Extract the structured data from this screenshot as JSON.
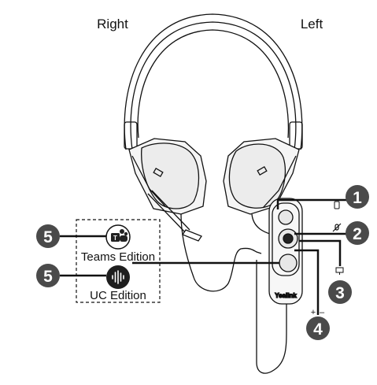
{
  "labels": {
    "right": "Right",
    "left": "Left",
    "teams_edition": "Teams Edition",
    "uc_edition": "UC Edition",
    "brand": "Yealink"
  },
  "callouts": [
    "1",
    "2",
    "3",
    "4",
    "5",
    "5"
  ],
  "control_symbols": {
    "volume_up": "+",
    "volume_down": "–"
  },
  "icons": {
    "teams_badge": "teams-logo-icon",
    "uc_badge": "soundwave-icon",
    "phone_indicator": "phone-icon",
    "mute_indicator": "mic-mute-icon",
    "computer_indicator": "computer-icon"
  },
  "colors": {
    "line": "#111111",
    "callout_fill": "#4a4a4a",
    "uc_badge_fill": "#1e1e1e"
  }
}
